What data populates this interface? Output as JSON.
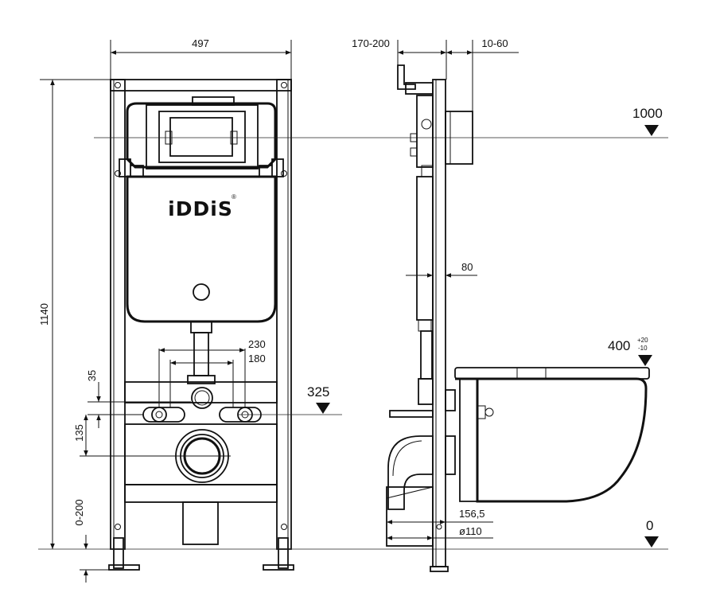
{
  "brand": "iDDiS",
  "brand_mark": "®",
  "dimensions": {
    "width_497": "497",
    "depth_170_200": "170-200",
    "gap_10_60": "10-60",
    "height_1140": "1140",
    "level_1000": "1000",
    "level_325": "325",
    "level_400": "400",
    "level_400_plus": "+20",
    "level_400_minus": "-10",
    "level_0": "0",
    "spacing_230": "230",
    "spacing_180": "180",
    "offset_35": "35",
    "offset_135": "135",
    "leg_0_200": "0-200",
    "depth_80": "80",
    "depth_156_5": "156,5",
    "pipe_110": "ø110"
  },
  "colors": {
    "line": "#111111",
    "background": "#ffffff"
  }
}
